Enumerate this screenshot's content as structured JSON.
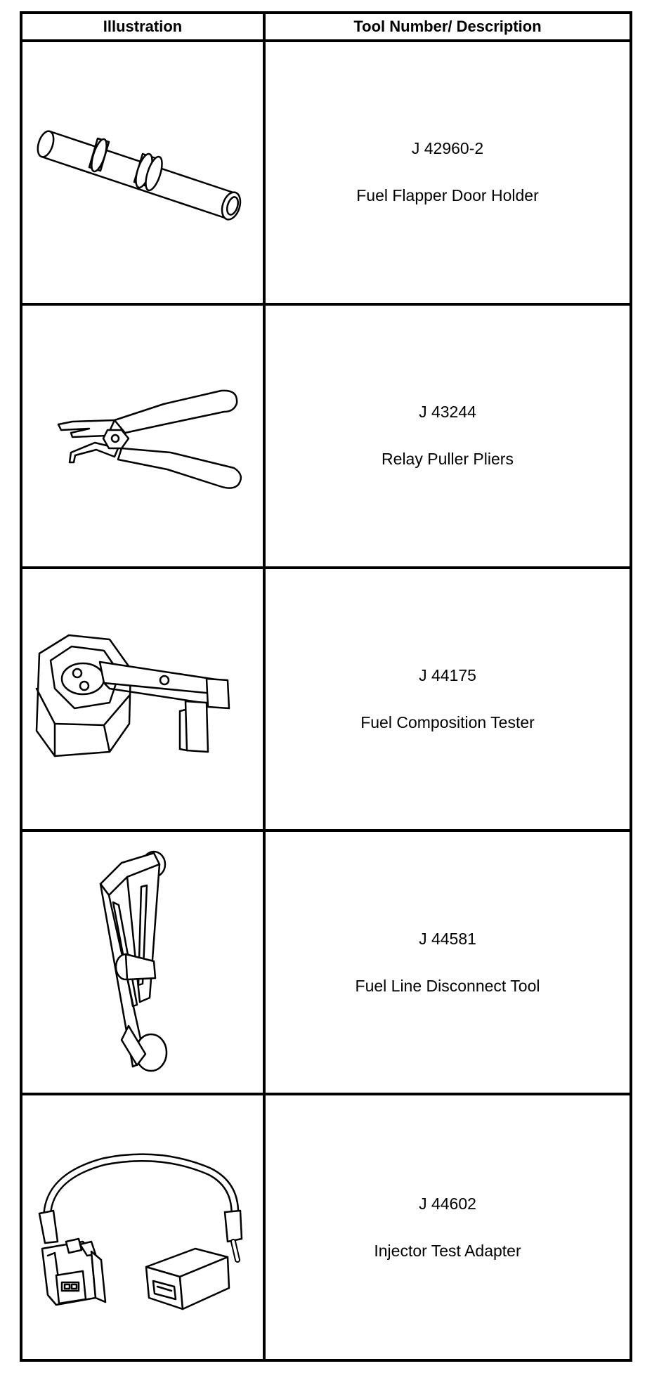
{
  "table": {
    "headers": {
      "illustration": "Illustration",
      "description": "Tool Number/ Description"
    },
    "rows": [
      {
        "tool_number": "J 42960-2",
        "description": "Fuel Flapper Door Holder",
        "icon": "fuel-flapper-door-holder-icon"
      },
      {
        "tool_number": "J 43244",
        "description": "Relay Puller Pliers",
        "icon": "relay-puller-pliers-icon"
      },
      {
        "tool_number": "J 44175",
        "description": "Fuel Composition Tester",
        "icon": "fuel-composition-tester-icon"
      },
      {
        "tool_number": "J 44581",
        "description": "Fuel Line Disconnect Tool",
        "icon": "fuel-line-disconnect-tool-icon"
      },
      {
        "tool_number": "J 44602",
        "description": "Injector Test Adapter",
        "icon": "injector-test-adapter-icon"
      }
    ]
  }
}
